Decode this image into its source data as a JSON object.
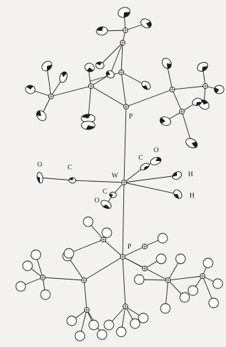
{
  "labels": {
    "P_top": "P",
    "W": "W",
    "P_bottom": "P",
    "C_left": "C",
    "O_left": "O",
    "C_top": "C",
    "O_top": "O",
    "C_bottom": "C",
    "O_bottom": "O",
    "H_upper": "H",
    "H_lower": "H"
  }
}
